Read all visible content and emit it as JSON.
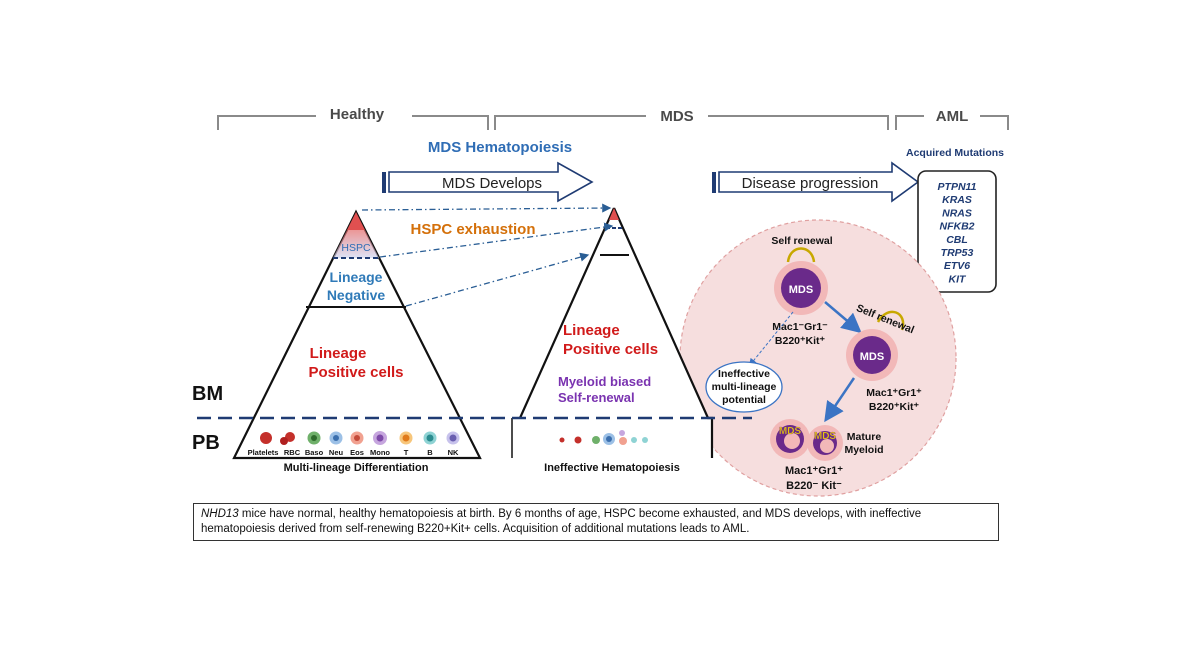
{
  "stages": {
    "healthy": "Healthy",
    "mds": "MDS",
    "aml": "AML"
  },
  "headers": {
    "mds_hematopoiesis": "MDS Hematopoiesis",
    "mds_develops": "MDS Develops",
    "disease_progression": "Disease progression",
    "acquired_mutations_title": "Acquired Mutations"
  },
  "mutations": [
    "PTPN11",
    "KRAS",
    "NRAS",
    "NFKB2",
    "CBL",
    "TRP53",
    "ETV6",
    "KIT"
  ],
  "healthy_pyramid": {
    "hspc": "HSPC",
    "lineage_negative": [
      "Lineage",
      "Negative"
    ],
    "lineage_positive": [
      "Lineage",
      "Positive cells"
    ],
    "cells": [
      "Platelets",
      "RBC",
      "Baso",
      "Neu",
      "Eos",
      "Mono",
      "T",
      "B",
      "NK"
    ],
    "footer": "Multi-lineage Differentiation"
  },
  "mds_pyramid": {
    "hspc_exhaustion": "HSPC exhaustion",
    "lineage_positive": [
      "Lineage",
      "Positive cells"
    ],
    "myeloid_biased": [
      "Myeloid biased",
      "Self-renewal"
    ],
    "footer": "Ineffective Hematopoiesis"
  },
  "compartments": {
    "bm": "BM",
    "pb": "PB"
  },
  "circle_panel": {
    "self_renewal_1": "Self renewal",
    "self_renewal_2": "Self renewal",
    "mds_label": "MDS",
    "cell1_line1": "Mac1⁻Gr1⁻",
    "cell1_line2": "B220⁺Kit⁺",
    "cell2_line1": "Mac1⁺Gr1⁺",
    "cell2_line2": "B220⁺Kit⁺",
    "ineffective": [
      "Ineffective",
      "multi-lineage",
      "potential"
    ],
    "mature": [
      "Mature",
      "Myeloid"
    ],
    "cell3_line1": "Mac1⁺Gr1⁺",
    "cell3_line2": "B220⁻ Kit⁻"
  },
  "caption": {
    "italic_part": "NHD13",
    "text_part": " mice have normal, healthy hematopoiesis at birth.  By 6 months of age, HSPC become exhausted, and MDS develops, with ineffective hematopoiesis derived from self-renewing B220+Kit+ cells.  Acquisition of additional mutations leads to AML."
  },
  "colors": {
    "blue_title": "#2f6db5",
    "orange": "#d4700a",
    "red": "#d11a1a",
    "purple": "#7a33b0",
    "navy": "#1f3b73",
    "pink_panel": "#f6dede"
  }
}
